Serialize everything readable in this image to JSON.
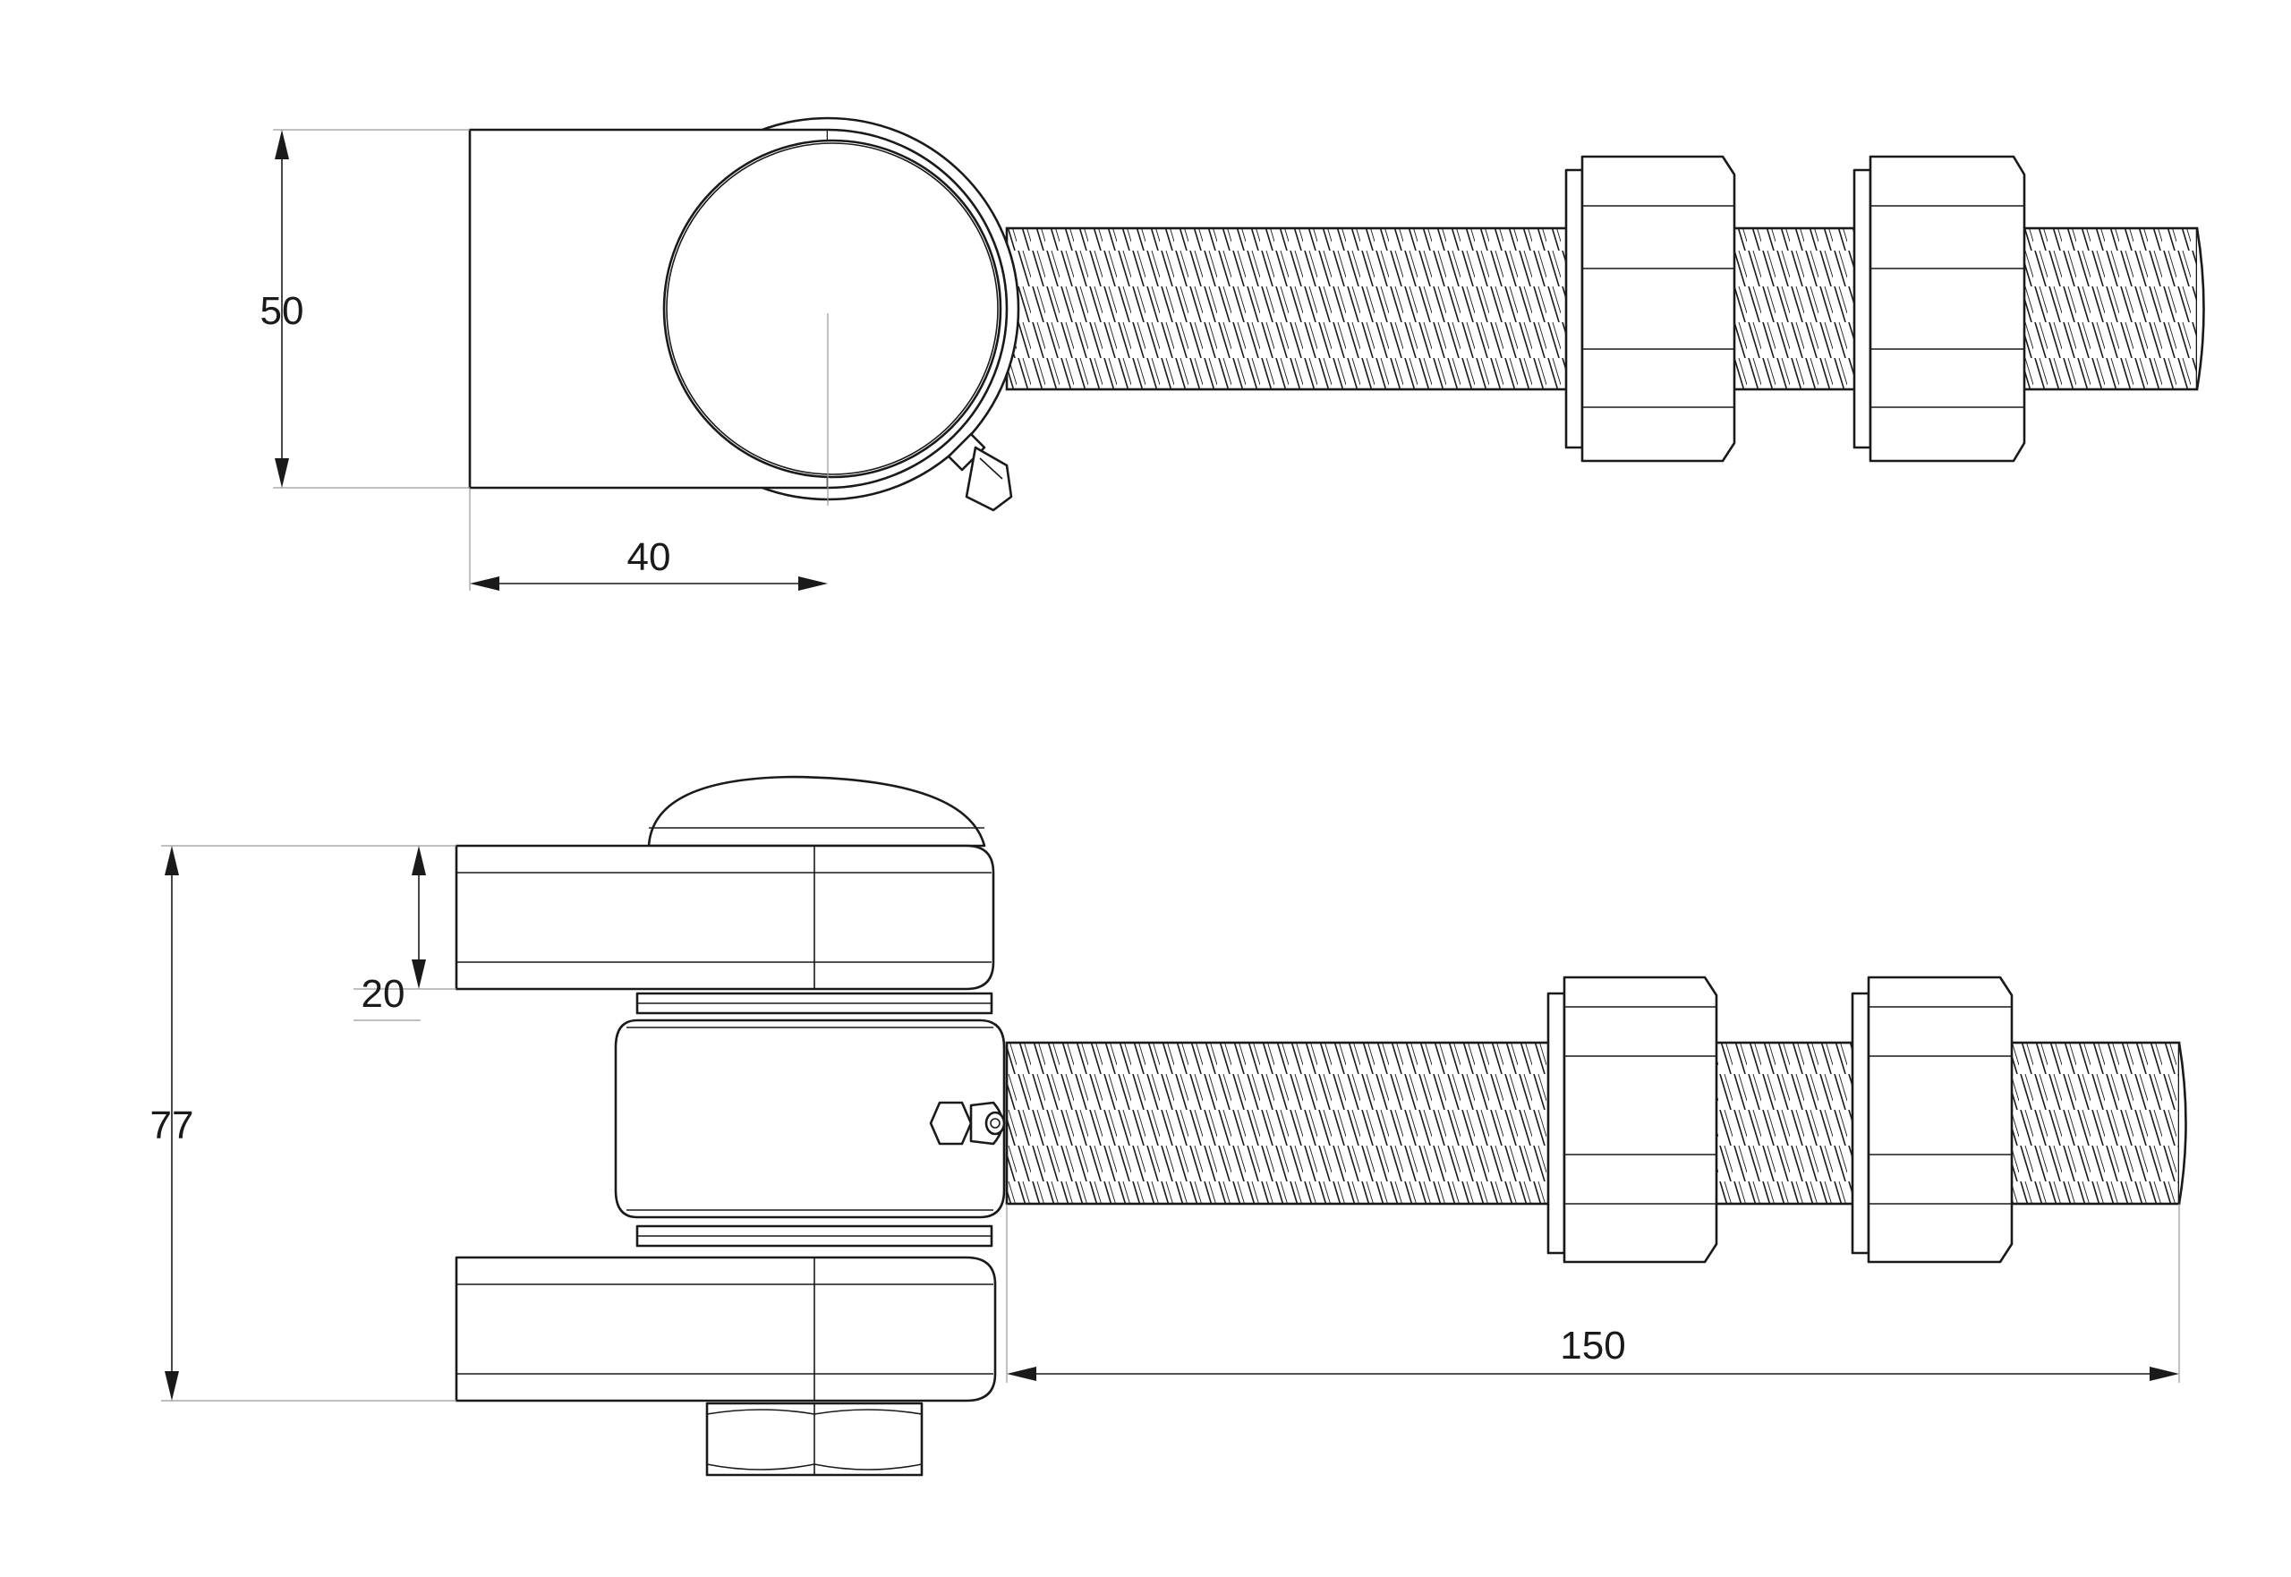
{
  "colors": {
    "line": "#1a1a1a",
    "extension": "#9a9a9a",
    "background": "#ffffff"
  },
  "top_view": {
    "dim_height": "50",
    "dim_length": "40"
  },
  "front_view": {
    "dim_total_height": "77",
    "dim_eye_thickness": "20",
    "dim_thread_length": "150"
  }
}
